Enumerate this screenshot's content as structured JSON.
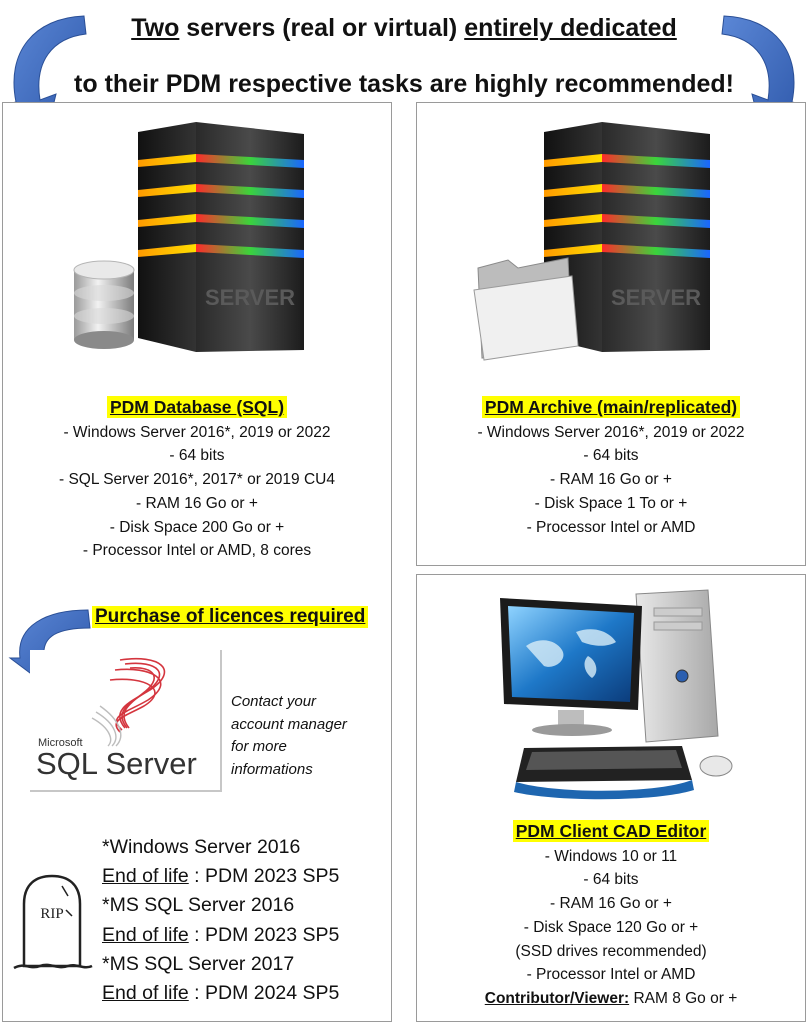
{
  "header": {
    "line1": {
      "part1": "Two",
      "part2": " servers (real or virtual) ",
      "part3": "entirely dedicated"
    },
    "line2": "to their PDM respective tasks are highly recommended!"
  },
  "database_panel": {
    "title": "PDM Database (SQL)",
    "specs": [
      "- Windows Server 2016*, 2019 or 2022",
      "- 64 bits",
      "- SQL Server 2016*, 2017* or 2019 CU4",
      "- RAM 16 Go or +",
      "- Disk Space 200 Go or +",
      "- Processor Intel or AMD, 8 cores"
    ],
    "server_label": "SERVER"
  },
  "archive_panel": {
    "title": "PDM Archive (main/replicated)",
    "specs": [
      "- Windows Server 2016*, 2019 or 2022",
      "- 64 bits",
      "- RAM 16 Go or +",
      "- Disk Space 1 To or +",
      "- Processor Intel or AMD"
    ],
    "server_label": "SERVER"
  },
  "licences": {
    "title": "Purchase of licences required",
    "logo_brand": "Microsoft",
    "logo_product": "SQL Server",
    "contact_lines": [
      "Contact your",
      "account manager",
      "for more",
      "informations"
    ]
  },
  "end_of_life": {
    "tombstone_text": "RIP",
    "label": "End of life",
    "items": [
      {
        "product": "*Windows Server 2016",
        "value": " : PDM 2023 SP5"
      },
      {
        "product": "*MS SQL Server 2016",
        "value": " : PDM 2023 SP5"
      },
      {
        "product": "*MS SQL Server 2017",
        "value": " : PDM 2024 SP5"
      }
    ]
  },
  "client_panel": {
    "title": "PDM Client CAD Editor",
    "specs": [
      "- Windows 10 or 11",
      "- 64 bits",
      "- RAM 16 Go or +",
      "- Disk Space 120 Go or +",
      "(SSD drives recommended)",
      "- Processor Intel or AMD"
    ],
    "contributor_label": "Contributor/Viewer:",
    "contributor_value": " RAM 8 Go or +"
  },
  "colors": {
    "highlight": "#ffff00",
    "arrow": "#3f6fc0",
    "panel_border": "#9a9a9a",
    "sql_red": "#d0202a"
  }
}
